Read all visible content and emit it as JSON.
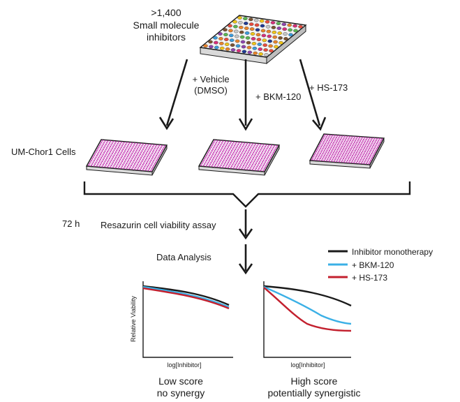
{
  "library": {
    "count": ">1,400",
    "name_line1": "Small molecule",
    "name_line2": "inhibitors"
  },
  "treatments": {
    "vehicle_line1": "+ Vehicle",
    "vehicle_line2": "(DMSO)",
    "bkm": "+ BKM-120",
    "hs": "+ HS-173"
  },
  "cells_label": "UM-Chor1 Cells",
  "assay": {
    "time": "72 h",
    "name": "Resazurin cell viability assay"
  },
  "analysis_label": "Data Analysis",
  "legend": [
    {
      "label": "Inhibitor monotherapy",
      "color": "#1a1a1a"
    },
    {
      "label": "+ BKM-120",
      "color": "#3bb0e6"
    },
    {
      "label": "+ HS-173",
      "color": "#c3202e"
    }
  ],
  "plots": {
    "ylabel": "Relative Viability",
    "xlabel": "log[Inhibitor]",
    "left_caption_line1": "Low score",
    "left_caption_line2": "no synergy",
    "right_caption_line1": "High score",
    "right_caption_line2": "potentially synergistic"
  },
  "colors": {
    "plate_well_colors": [
      "#d7307a",
      "#3a9ad9",
      "#f0c419",
      "#5bb552",
      "#e8832a",
      "#8e44ad",
      "#7a5230",
      "#c7c7c7",
      "#1f3a93",
      "#e84c3d"
    ],
    "cell_well": "#cf4fbf"
  }
}
